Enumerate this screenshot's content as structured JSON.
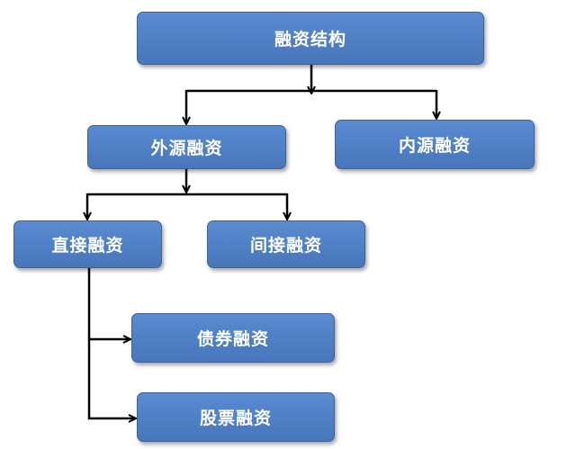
{
  "nodes": {
    "root": "融资结构",
    "external": "外源融资",
    "internal": "内源融资",
    "direct": "直接融资",
    "indirect": "间接融资",
    "bond": "债券融资",
    "stock": "股票融资"
  },
  "colors": {
    "box_fill": "#4f81c4",
    "box_border": "#3d6499",
    "text": "#ffffff",
    "connector": "#000000"
  }
}
